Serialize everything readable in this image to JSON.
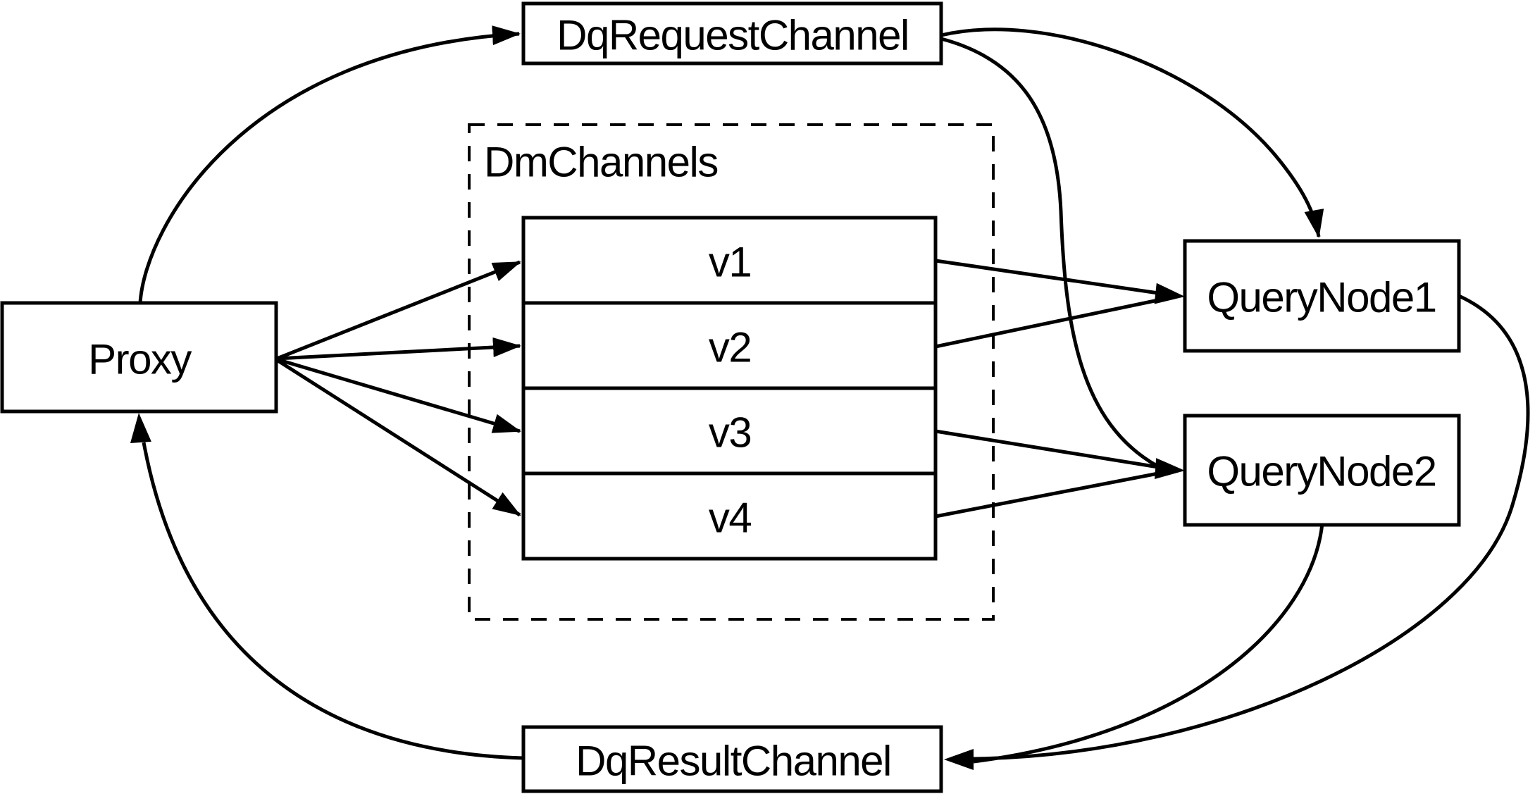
{
  "diagram": {
    "colors": {
      "background": "#ffffff",
      "node_fill": "#ffffff",
      "stroke": "#000000"
    },
    "nodes": {
      "proxy": {
        "label": "Proxy"
      },
      "dq_request_channel": {
        "label": "DqRequestChannel"
      },
      "dm_channels": {
        "label": "DmChannels",
        "channels": [
          {
            "label": "v1"
          },
          {
            "label": "v2"
          },
          {
            "label": "v3"
          },
          {
            "label": "v4"
          }
        ]
      },
      "query_node_1": {
        "label": "QueryNode1"
      },
      "query_node_2": {
        "label": "QueryNode2"
      },
      "dq_result_channel": {
        "label": "DqResultChannel"
      }
    },
    "edges": [
      {
        "from": "Proxy",
        "to": "DqRequestChannel"
      },
      {
        "from": "Proxy",
        "to": "v1"
      },
      {
        "from": "Proxy",
        "to": "v2"
      },
      {
        "from": "Proxy",
        "to": "v3"
      },
      {
        "from": "Proxy",
        "to": "v4"
      },
      {
        "from": "DqRequestChannel",
        "to": "QueryNode1"
      },
      {
        "from": "DqRequestChannel",
        "to": "QueryNode2"
      },
      {
        "from": "v1",
        "to": "QueryNode1"
      },
      {
        "from": "v2",
        "to": "QueryNode1"
      },
      {
        "from": "v3",
        "to": "QueryNode2"
      },
      {
        "from": "v4",
        "to": "QueryNode2"
      },
      {
        "from": "QueryNode1",
        "to": "DqResultChannel"
      },
      {
        "from": "QueryNode2",
        "to": "DqResultChannel"
      },
      {
        "from": "DqResultChannel",
        "to": "Proxy"
      }
    ]
  }
}
